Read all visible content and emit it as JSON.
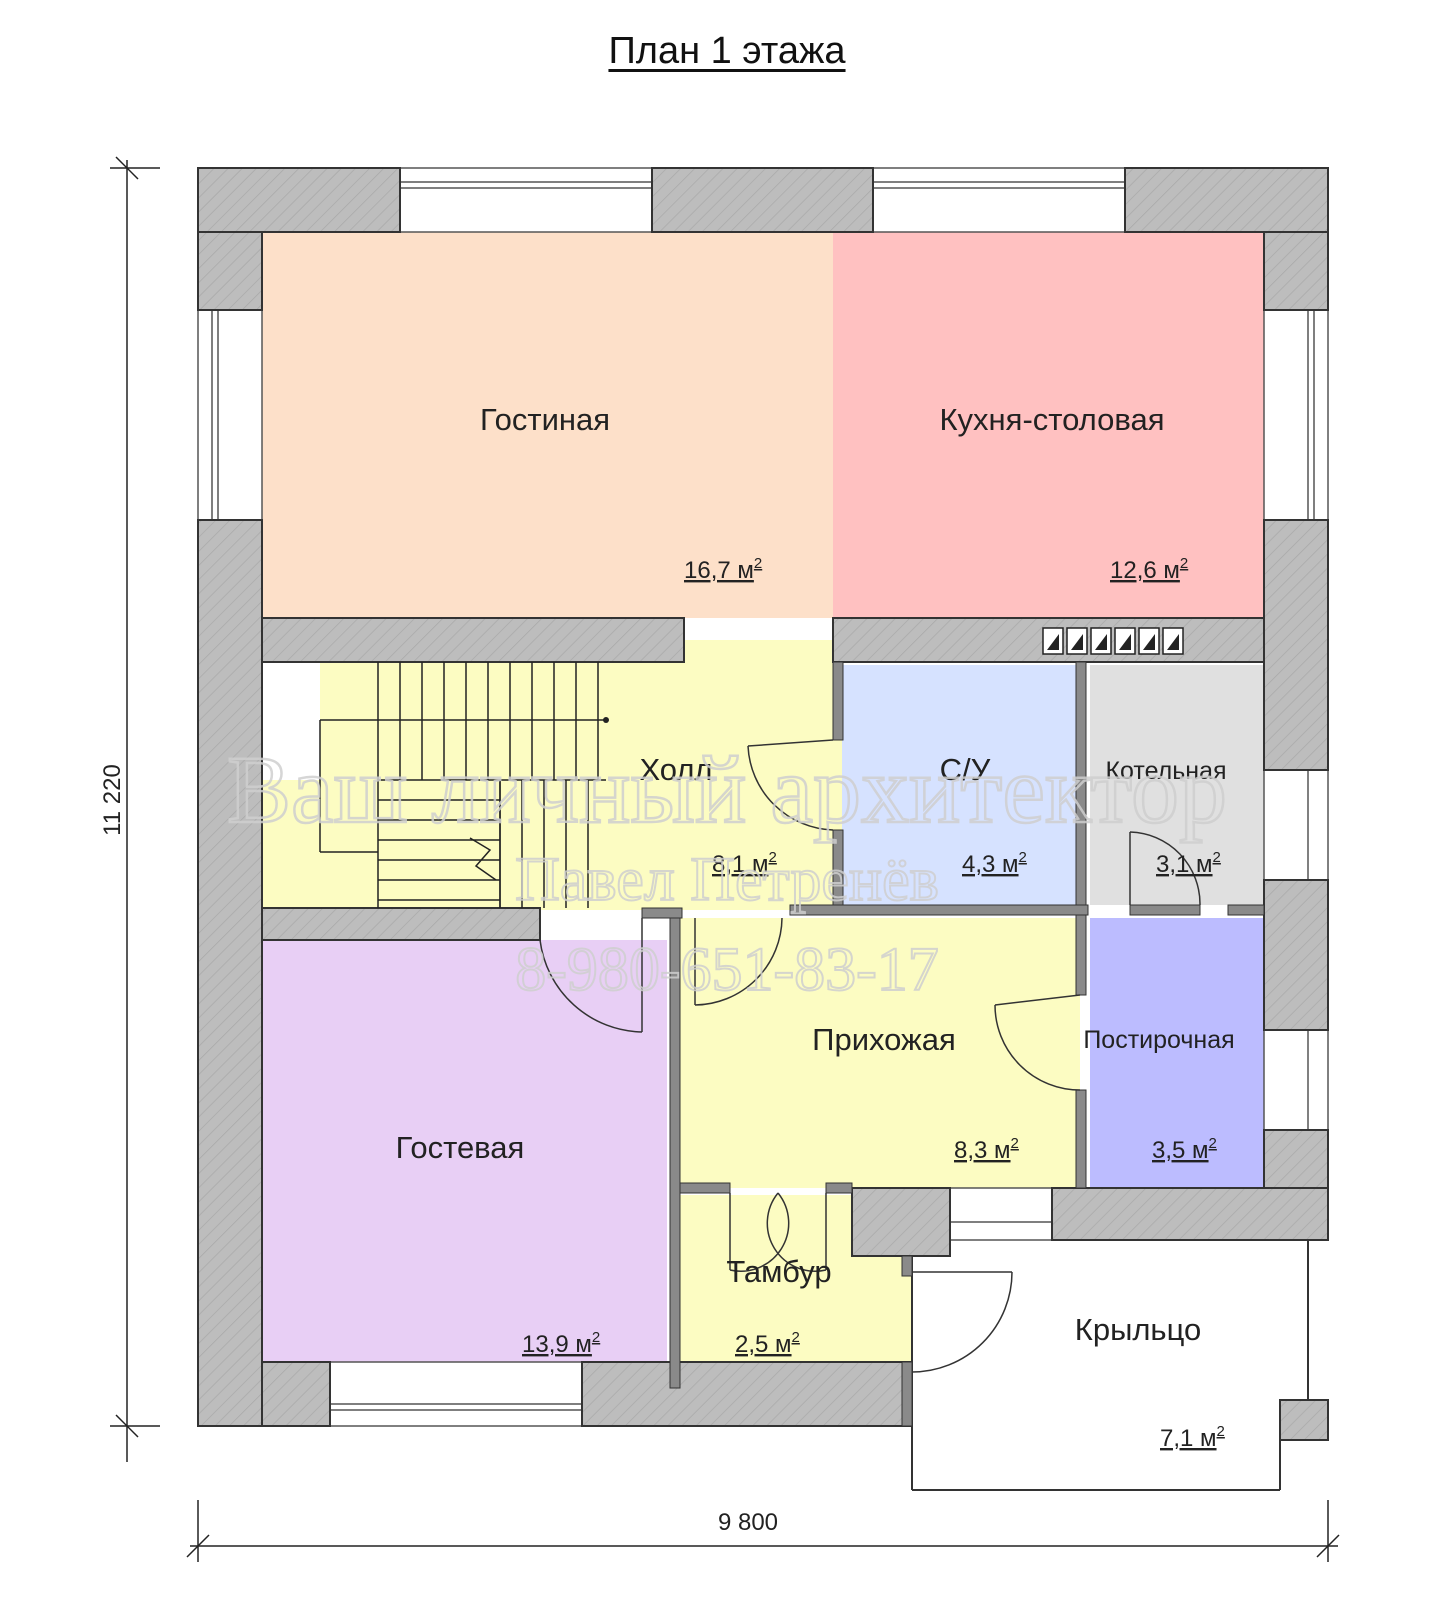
{
  "title": "План 1 этажа",
  "dimensions": {
    "width": "9 800",
    "height": "11 220"
  },
  "rooms": {
    "living": {
      "name": "Гостиная",
      "area": "16,7 м",
      "exp": "2"
    },
    "kitchen": {
      "name": "Кухня-столовая",
      "area": "12,6 м",
      "exp": "2"
    },
    "hall": {
      "name": "Холл",
      "area": "8,1 м",
      "exp": "2"
    },
    "wc": {
      "name": "С/У",
      "area": "4,3 м",
      "exp": "2"
    },
    "boiler": {
      "name": "Котельная",
      "area": "3,1 м",
      "exp": "2"
    },
    "entry": {
      "name": "Прихожая",
      "area": "8,3 м",
      "exp": "2"
    },
    "laundry": {
      "name": "Постирочная",
      "area": "3,5 м",
      "exp": "2"
    },
    "guest": {
      "name": "Гостевая",
      "area": "13,9 м",
      "exp": "2"
    },
    "vestibule": {
      "name": "Тамбур",
      "area": "2,5 м",
      "exp": "2"
    },
    "porch": {
      "name": "Крыльцо",
      "area": "7,1 м",
      "exp": "2"
    }
  },
  "watermark": {
    "line1": "Ваш личный архитектор",
    "line2": "Павел Петренёв",
    "line3": "8-980-651-83-17"
  },
  "colors": {
    "wall": "#bdbdbd",
    "living": "#fde0c9",
    "kitchen": "#ffc1c1",
    "hall": "#fcfcc2",
    "wc": "#d6e2ff",
    "boiler": "#e0e0e0",
    "laundry": "#bcbcff",
    "guest": "#e8cff5"
  }
}
